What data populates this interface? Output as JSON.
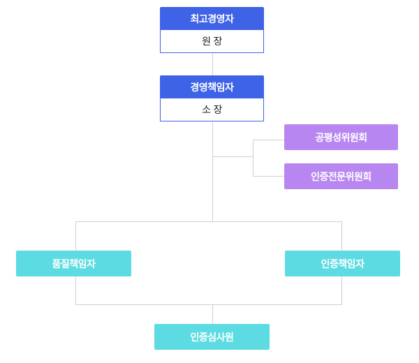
{
  "chart": {
    "top": {
      "title": "최고경영자",
      "role": "원 장"
    },
    "manager": {
      "title": "경영책임자",
      "role": "소 장"
    },
    "committees": [
      "공평성위원회",
      "인증전문위원회"
    ],
    "quality": "품질책임자",
    "certification": "인증책임자",
    "auditor": "인증심사원"
  },
  "colors": {
    "blue": "#3f63e6",
    "purple": "#b886f0",
    "cyan": "#5ddbe2",
    "connector": "#cfcfcf"
  }
}
